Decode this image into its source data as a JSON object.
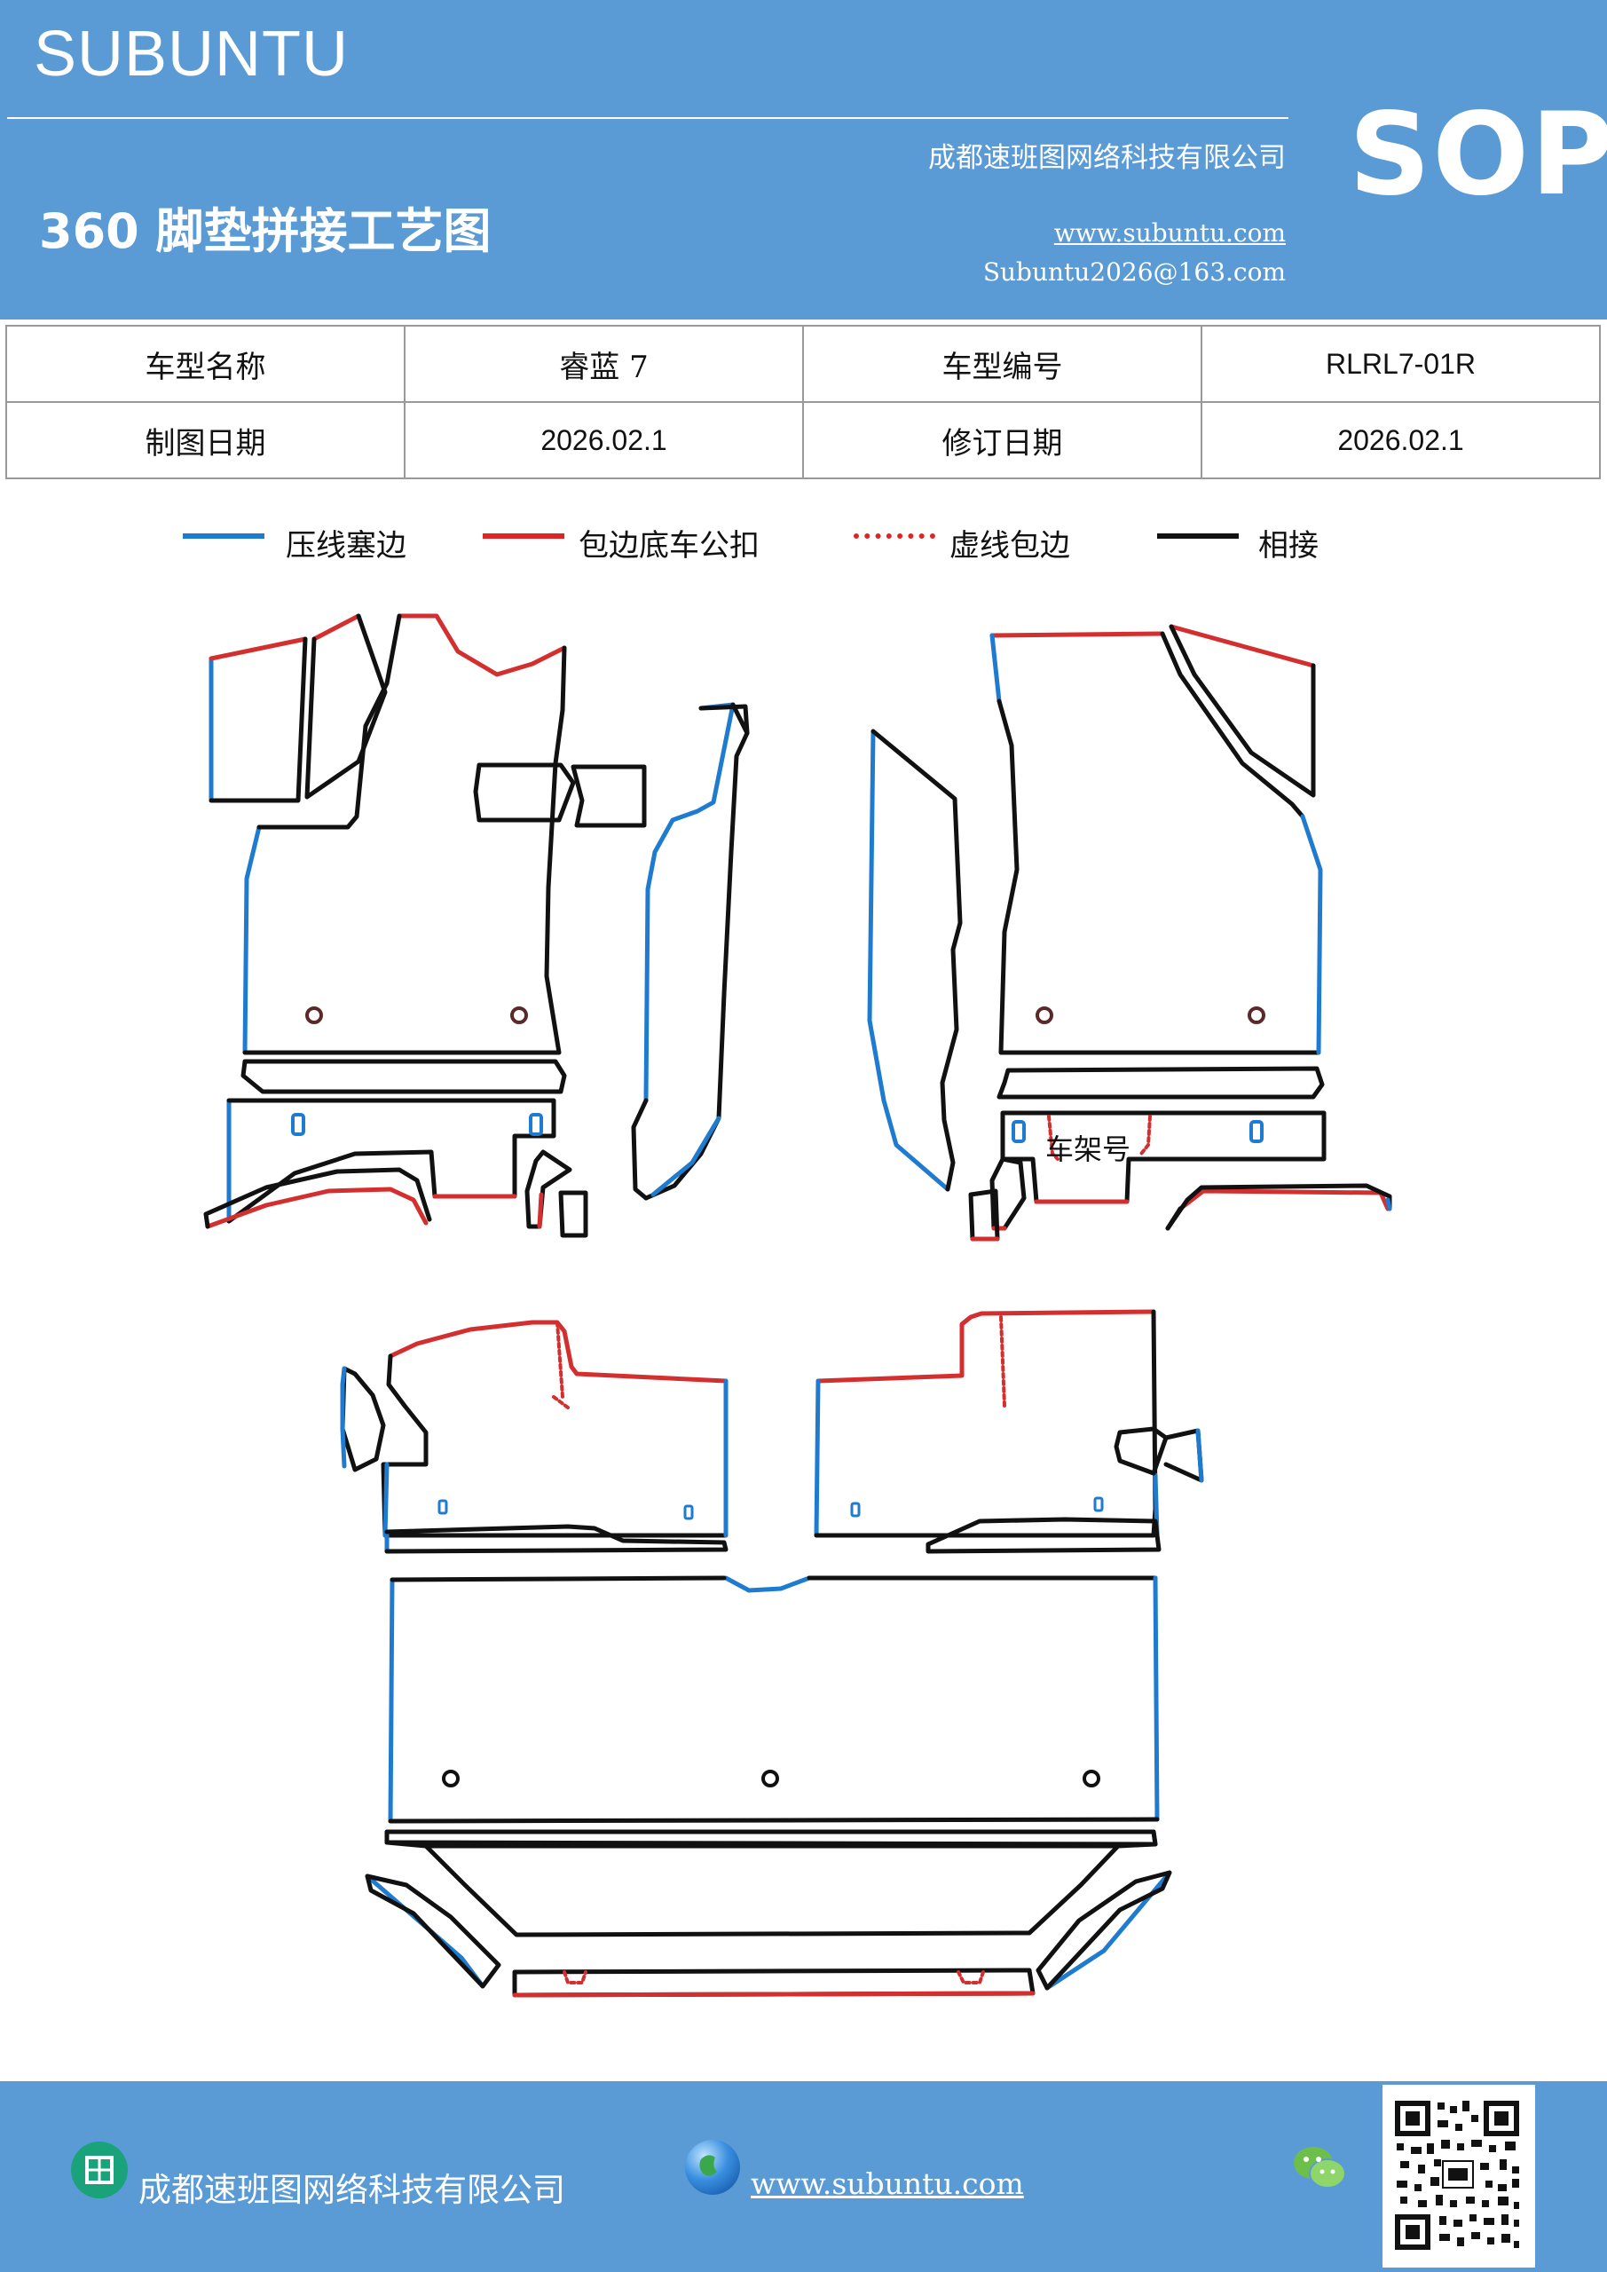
{
  "header": {
    "brand": "SUBUNTU",
    "badge": "SOP",
    "company": "成都速班图网络科技有限公司",
    "title": "360 脚垫拼接工艺图",
    "website": "www.subuntu.com",
    "email": "Subuntu2026@163.com"
  },
  "info_table": {
    "rows": [
      [
        "车型名称",
        "睿蓝 7",
        "车型编号",
        "RLRL7-01R"
      ],
      [
        "制图日期",
        "2026.02.1",
        "修订日期",
        "2026.02.1"
      ]
    ]
  },
  "legend": {
    "items": [
      {
        "label": "压线塞边",
        "color": "#1f7bd0",
        "style": "solid"
      },
      {
        "label": "包边底车公扣",
        "color": "#e02424",
        "style": "solid"
      },
      {
        "label": "虚线包边",
        "color": "#e02424",
        "style": "dotted"
      },
      {
        "label": "相接",
        "color": "#111111",
        "style": "solid"
      }
    ]
  },
  "diagram": {
    "frame_label": "车架号"
  },
  "footer": {
    "company": "成都速班图网络科技有限公司",
    "website": "www.subuntu.com",
    "icons": [
      "building-icon",
      "globe-icon",
      "wechat-icon",
      "qr-code"
    ]
  }
}
